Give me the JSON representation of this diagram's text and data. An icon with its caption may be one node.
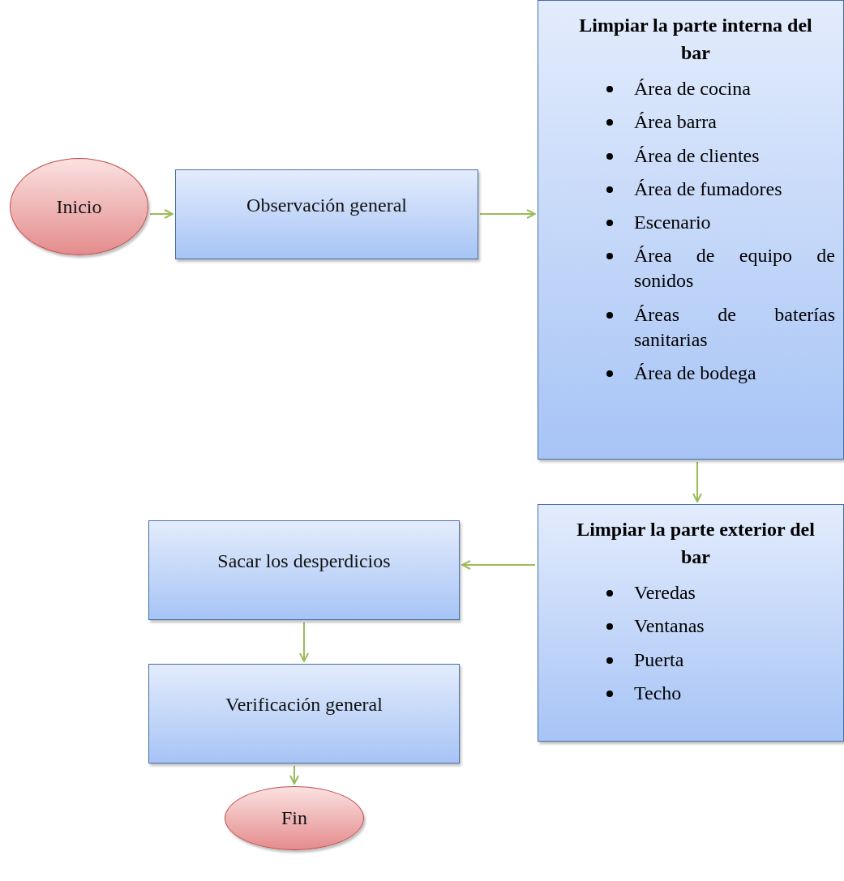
{
  "diagram": {
    "nodes": [
      {
        "text": [
          "Inicio"
        ]
      },
      {
        "text": [
          "Observación general"
        ]
      },
      {
        "text": [
          "Limpiar la parte interna del bar",
          "Área de cocina",
          "Área barra",
          "Área de clientes",
          "Área de fumadores",
          "Escenario",
          "Área de equipo de sonidos",
          "Áreas de baterías sanitarias",
          "Área de bodega"
        ]
      },
      {
        "text": [
          "Limpiar la parte exterior del bar",
          "Veredas",
          "Ventanas",
          "Puerta",
          "Techo"
        ]
      },
      {
        "text": [
          "Sacar los desperdicios"
        ]
      },
      {
        "text": [
          "Verificación general"
        ]
      },
      {
        "text": [
          "Fin"
        ]
      }
    ],
    "edges": [
      {
        "from": 0,
        "to": 1,
        "arrow": "to"
      },
      {
        "from": 1,
        "to": 2,
        "arrow": "to"
      },
      {
        "from": 2,
        "to": 3,
        "arrow": "to"
      },
      {
        "from": 3,
        "to": 4,
        "arrow": "to"
      },
      {
        "from": 4,
        "to": 5,
        "arrow": "to"
      },
      {
        "from": 5,
        "to": 6,
        "arrow": "to"
      }
    ]
  }
}
